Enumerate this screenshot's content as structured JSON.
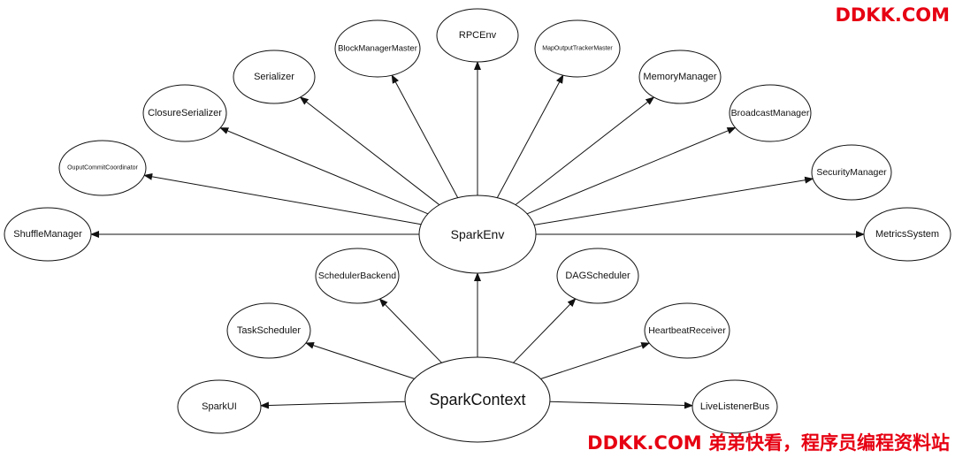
{
  "watermark": {
    "top": "DDKK.COM",
    "bottom": "DDKK.COM 弟弟快看，程序员编程资料站",
    "color": "#e60012"
  },
  "diagram": {
    "nodes": [
      {
        "id": "sparkenv",
        "label": "SparkEnv"
      },
      {
        "id": "sparkcontext",
        "label": "SparkContext"
      },
      {
        "id": "rpcenv",
        "label": "RPCEnv"
      },
      {
        "id": "blockmanagermaster",
        "label": "BlockManagerMaster"
      },
      {
        "id": "mapoutputtrackermaster",
        "label": "MapOutputTrackerMaster"
      },
      {
        "id": "serializer",
        "label": "Serializer"
      },
      {
        "id": "memorymanager",
        "label": "MemoryManager"
      },
      {
        "id": "closureserializer",
        "label": "ClosureSerializer"
      },
      {
        "id": "broadcastmanager",
        "label": "BroadcastManager"
      },
      {
        "id": "ouputcommitcoordinator",
        "label": "OuputCommitCoordinator"
      },
      {
        "id": "securitymanager",
        "label": "SecurityManager"
      },
      {
        "id": "shufflemanager",
        "label": "ShuffleManager"
      },
      {
        "id": "metricssystem",
        "label": "MetricsSystem"
      },
      {
        "id": "schedulerbackend",
        "label": "SchedulerBackend"
      },
      {
        "id": "dagscheduler",
        "label": "DAGScheduler"
      },
      {
        "id": "taskscheduler",
        "label": "TaskScheduler"
      },
      {
        "id": "heartbeatreceiver",
        "label": "HeartbeatReceiver"
      },
      {
        "id": "sparkui",
        "label": "SparkUI"
      },
      {
        "id": "livelistenerbus",
        "label": "LiveListenerBus"
      }
    ],
    "edges": [
      {
        "from": "sparkenv",
        "to": "rpcenv"
      },
      {
        "from": "sparkenv",
        "to": "blockmanagermaster"
      },
      {
        "from": "sparkenv",
        "to": "mapoutputtrackermaster"
      },
      {
        "from": "sparkenv",
        "to": "serializer"
      },
      {
        "from": "sparkenv",
        "to": "memorymanager"
      },
      {
        "from": "sparkenv",
        "to": "closureserializer"
      },
      {
        "from": "sparkenv",
        "to": "broadcastmanager"
      },
      {
        "from": "sparkenv",
        "to": "ouputcommitcoordinator"
      },
      {
        "from": "sparkenv",
        "to": "securitymanager"
      },
      {
        "from": "sparkenv",
        "to": "shufflemanager"
      },
      {
        "from": "sparkenv",
        "to": "metricssystem"
      },
      {
        "from": "sparkcontext",
        "to": "sparkenv"
      },
      {
        "from": "sparkcontext",
        "to": "schedulerbackend"
      },
      {
        "from": "sparkcontext",
        "to": "dagscheduler"
      },
      {
        "from": "sparkcontext",
        "to": "taskscheduler"
      },
      {
        "from": "sparkcontext",
        "to": "heartbeatreceiver"
      },
      {
        "from": "sparkcontext",
        "to": "sparkui"
      },
      {
        "from": "sparkcontext",
        "to": "livelistenerbus"
      }
    ]
  }
}
